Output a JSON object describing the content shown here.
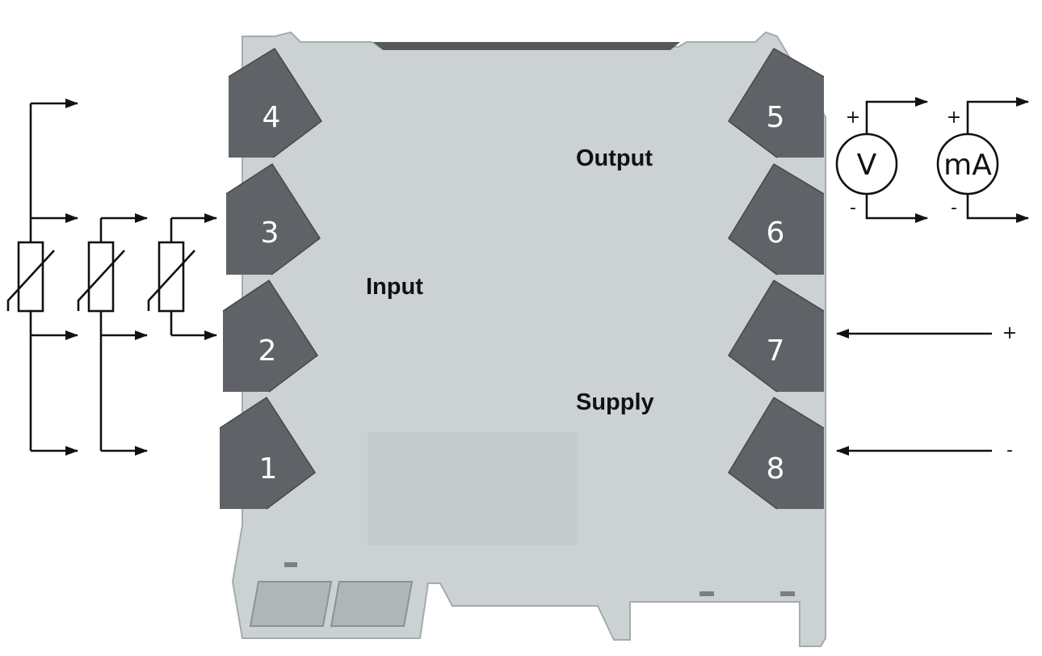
{
  "labels": {
    "input": "Input",
    "output": "Output",
    "supply": "Supply"
  },
  "terminals": {
    "left": [
      "4",
      "3",
      "2",
      "1"
    ],
    "right": [
      "5",
      "6",
      "7",
      "8"
    ]
  },
  "meters": {
    "voltage": "V",
    "current": "mA",
    "plus": "+",
    "minus": "-"
  },
  "supply_signs": {
    "plus": "+",
    "minus": "-"
  },
  "colors": {
    "housing": "#ccd2d3",
    "terminal": "#5f6266",
    "wire": "#111111"
  }
}
